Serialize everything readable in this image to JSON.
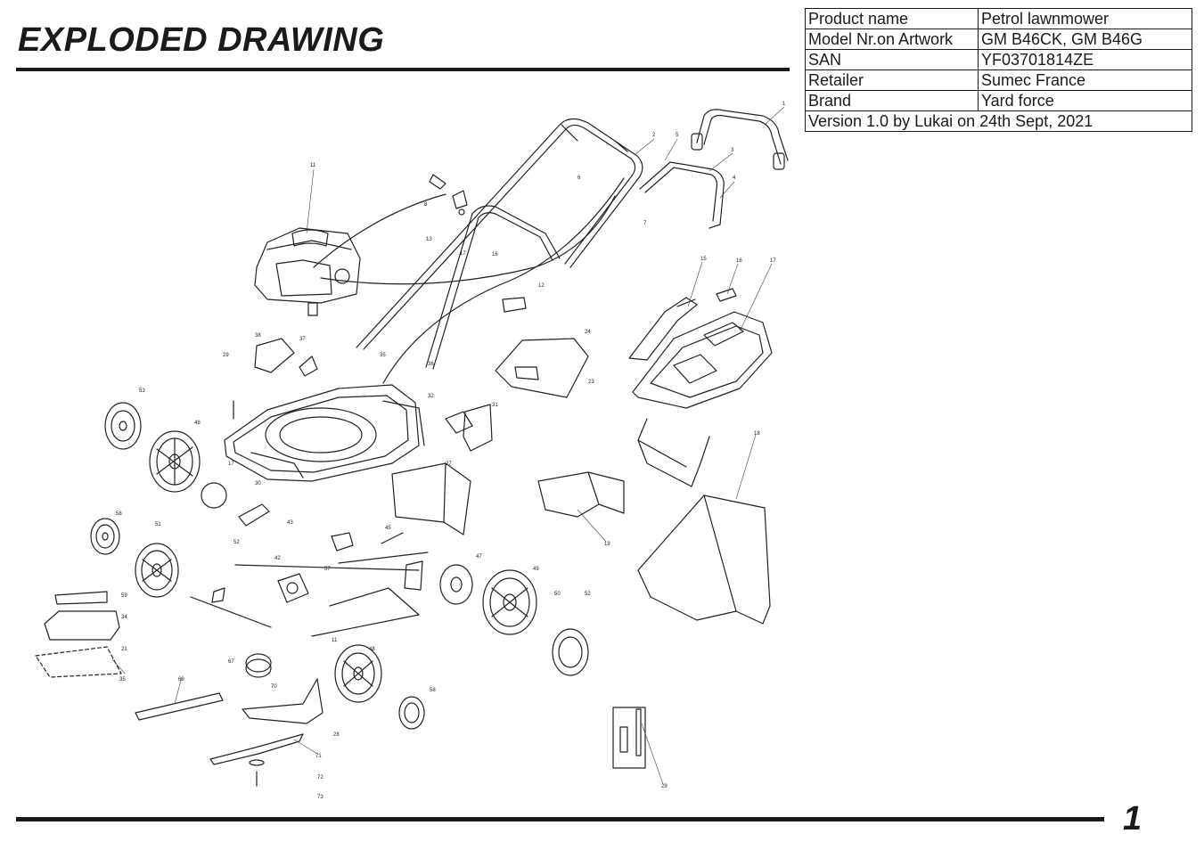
{
  "title": "EXPLODED DRAWING",
  "info_table": {
    "rows": [
      {
        "key": "Product name",
        "value": "Petrol lawnmower"
      },
      {
        "key": "Model Nr.on Artwork",
        "value": "GM B46CK, GM B46G"
      },
      {
        "key": "SAN",
        "value": "YF03701814ZE"
      },
      {
        "key": "Retailer",
        "value": "Sumec France"
      },
      {
        "key": "Brand",
        "value": "Yard force"
      }
    ],
    "version_line": "Version 1.0 by Lukai on 24th Sept, 2021"
  },
  "page_number": "1"
}
